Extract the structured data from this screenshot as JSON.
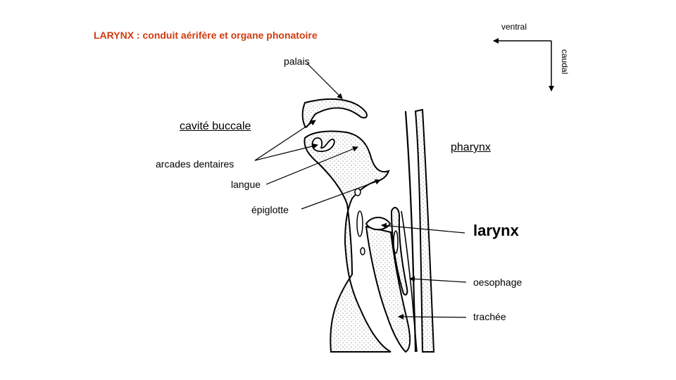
{
  "title": "LARYNX : conduit aérifère et organe phonatoire",
  "orientation": {
    "ventral": "ventral",
    "caudal": "caudal"
  },
  "labels": {
    "palais": "palais",
    "cavite_buccale": "cavité buccale",
    "arcades_dentaires": "arcades dentaires",
    "langue": "langue",
    "epiglotte": "épiglotte",
    "pharynx": "pharynx",
    "larynx": "larynx",
    "oesophage": "oesophage",
    "trachee": "trachée"
  },
  "colors": {
    "title": "#d13a0f",
    "ink": "#000000",
    "stipple": "#333333"
  }
}
